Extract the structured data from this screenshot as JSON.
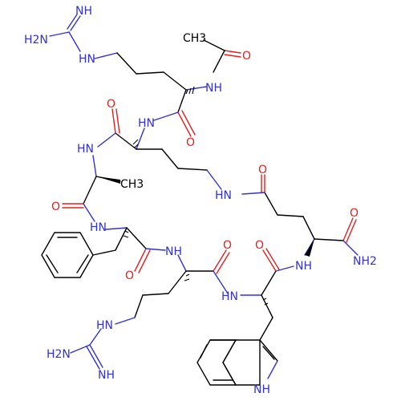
{
  "molecule": {
    "labels": {
      "nh_imine_top": "NH",
      "h2n_top": "H2N",
      "hn_top": "HN",
      "ch3_acetyl": "CH3",
      "o_acetyl": "O",
      "nh_acetyl": "NH",
      "o_arg1": "O",
      "hn_arg1": "HN",
      "o_orn": "O",
      "hn_ala": "HN",
      "ch3_ala": "CH3",
      "o_glu": "O",
      "hn_orn_side": "HN",
      "o_ala": "O",
      "hn_phe": "HN",
      "o_amide": "O",
      "nh_phe": "NH",
      "o_arg2": "O",
      "o_trp": "O",
      "nh_glu": "NH",
      "nh2_amide": "NH2",
      "o_phe": "O",
      "hn_trp": "HN",
      "hn_arg2_side": "HN",
      "h2n_bottom": "H2N",
      "nh_imine_bottom": "NH",
      "nh_indole": "NH"
    },
    "colors": {
      "carbon": "#000000",
      "nitrogen": "#3333cc",
      "oxygen": "#dd2222"
    }
  }
}
